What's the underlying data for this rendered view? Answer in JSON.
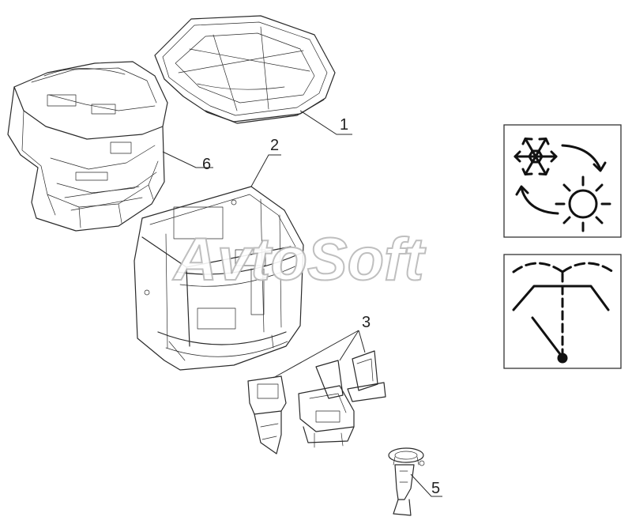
{
  "watermark": {
    "text": "AvtoSoft"
  },
  "callouts": {
    "roof": "1",
    "cab_frame": "2",
    "seat_and_console": "3",
    "steering_column": "5",
    "interior_trim": "6"
  },
  "icons": {
    "climate": "snowflake-sun-cycle-icon",
    "wiper": "windshield-wiper-icon"
  },
  "colors": {
    "line": "#2a2a2a",
    "background": "#ffffff",
    "watermark_outline": "#b9b9b9"
  }
}
